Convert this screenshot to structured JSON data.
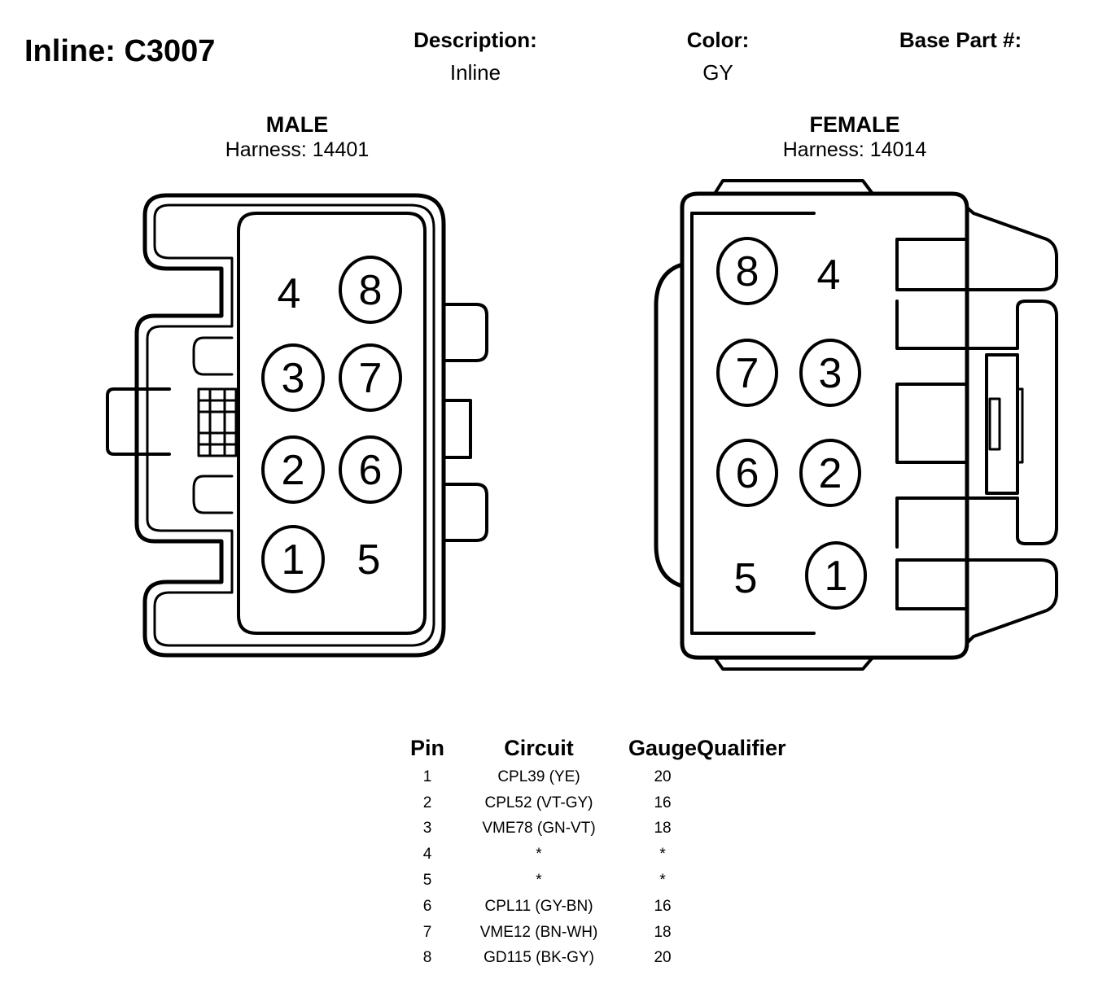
{
  "title": "Inline: C3007",
  "header": {
    "description_label": "Description:",
    "description_value": "Inline",
    "color_label": "Color:",
    "color_value": "GY",
    "base_part_label": "Base Part #:"
  },
  "male": {
    "label": "MALE",
    "harness": "Harness: 14401",
    "pins": [
      "4",
      "8",
      "3",
      "7",
      "2",
      "6",
      "1",
      "5"
    ]
  },
  "female": {
    "label": "FEMALE",
    "harness": "Harness: 14014",
    "pins": [
      "8",
      "4",
      "7",
      "3",
      "6",
      "2",
      "5",
      "1"
    ]
  },
  "table": {
    "headers": {
      "pin": "Pin",
      "circuit": "Circuit",
      "gauge": "Gauge",
      "qualifier": "Qualifier"
    },
    "rows": [
      {
        "pin": "1",
        "circuit": "CPL39 (YE)",
        "gauge": "20",
        "qualifier": ""
      },
      {
        "pin": "2",
        "circuit": "CPL52 (VT-GY)",
        "gauge": "16",
        "qualifier": ""
      },
      {
        "pin": "3",
        "circuit": "VME78 (GN-VT)",
        "gauge": "18",
        "qualifier": ""
      },
      {
        "pin": "4",
        "circuit": "*",
        "gauge": "*",
        "qualifier": ""
      },
      {
        "pin": "5",
        "circuit": "*",
        "gauge": "*",
        "qualifier": ""
      },
      {
        "pin": "6",
        "circuit": "CPL11 (GY-BN)",
        "gauge": "16",
        "qualifier": ""
      },
      {
        "pin": "7",
        "circuit": "VME12 (BN-WH)",
        "gauge": "18",
        "qualifier": ""
      },
      {
        "pin": "8",
        "circuit": "GD115 (BK-GY)",
        "gauge": "20",
        "qualifier": ""
      }
    ]
  }
}
